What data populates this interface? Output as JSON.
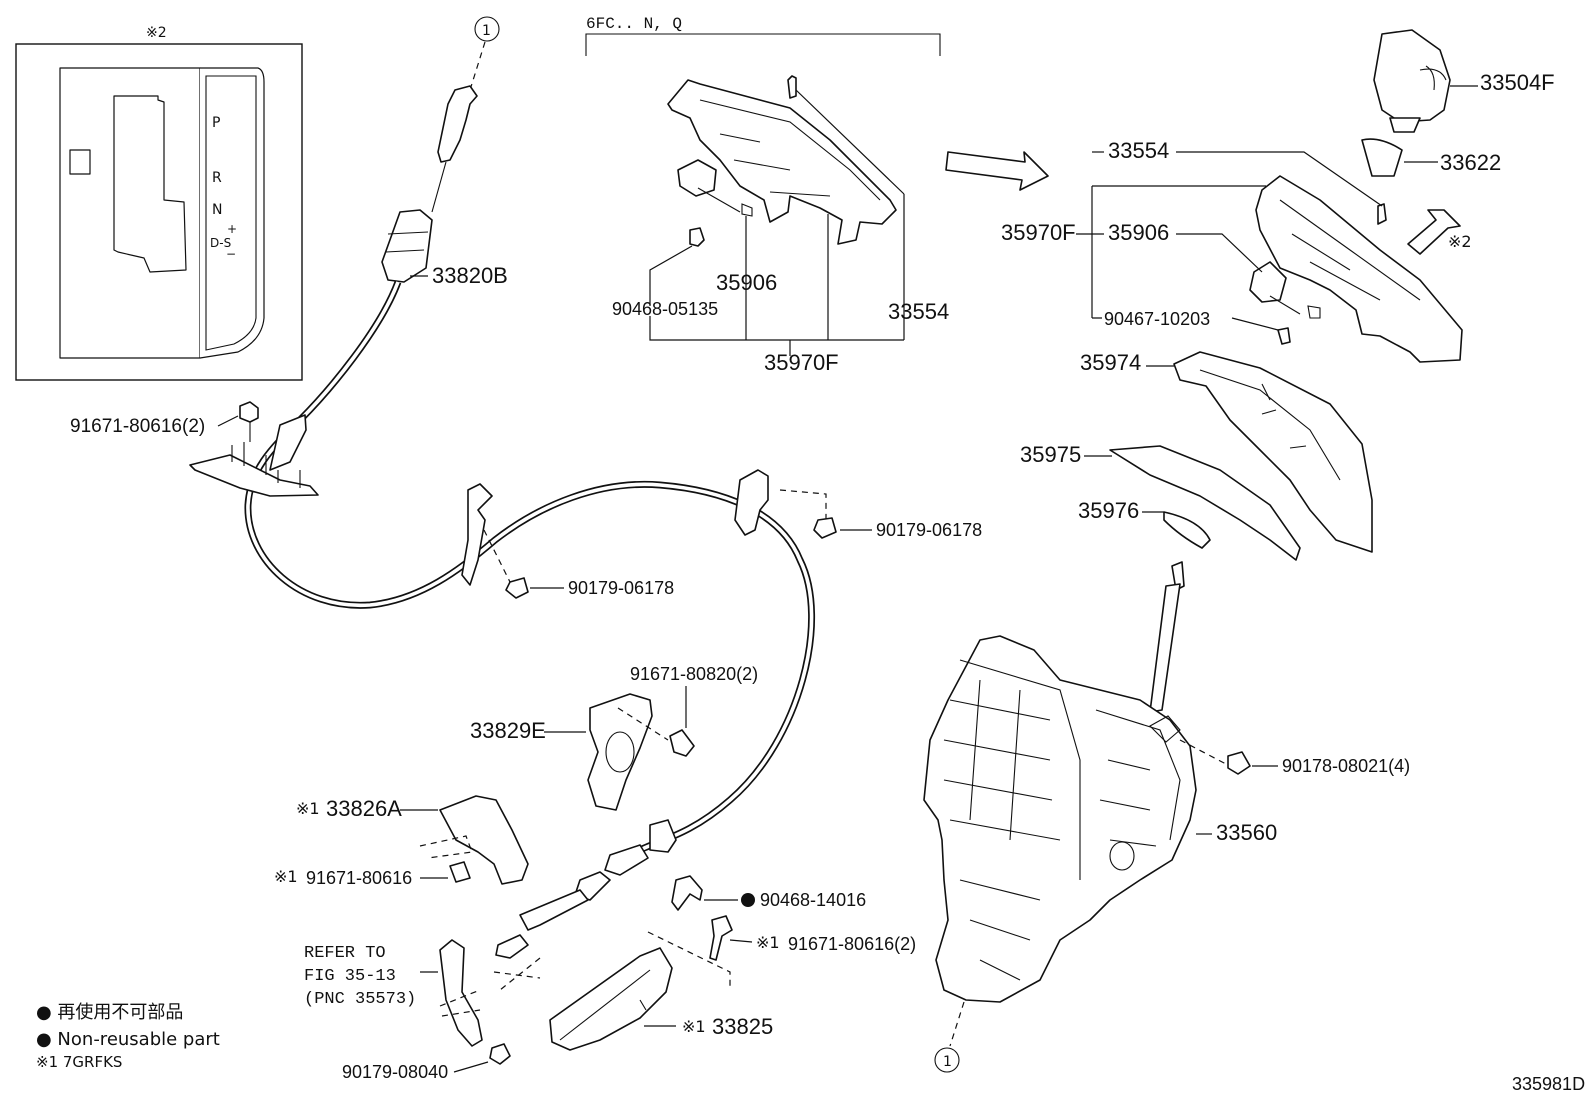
{
  "inset": {
    "note": "※2",
    "gate": [
      "P",
      "R",
      "N",
      "D-S",
      "+",
      "−"
    ]
  },
  "header": {
    "variant": "6FC.. N, Q"
  },
  "circles": {
    "a": "1",
    "b": "1"
  },
  "callouts": {
    "c33820B": "33820B",
    "c91671_80616_2": "91671-80616(2)",
    "c90468_05135": "90468-05135",
    "c35906_left": "35906",
    "c33554_left": "33554",
    "c35970F_left": "35970F",
    "c33554_right": "33554",
    "c35970F_right": "35970F",
    "c35906_right": "35906",
    "c90467_10203": "90467-10203",
    "c33504F": "33504F",
    "c33622": "33622",
    "c35974": "35974",
    "c35975": "35975",
    "c35976": "35976",
    "c90179_06178_a": "90179-06178",
    "c90179_06178_b": "90179-06178",
    "c91671_80820_2": "91671-80820(2)",
    "c33829E": "33829E",
    "c33826A": "33826A",
    "c91671_80616": "91671-80616",
    "c90468_14016": "90468-14016",
    "c91671_80616_2b": "91671-80616(2)",
    "c33825": "33825",
    "c90178_08021_4": "90178-08021(4)",
    "c33560": "33560",
    "c90179_08040": "90179-08040",
    "mark1": "※1",
    "mark2": "※1",
    "mark3": "※1",
    "mark4": "※1",
    "mark_2": "※2"
  },
  "refer": {
    "line1": "REFER TO",
    "line2": "FIG 35-13",
    "line3": "(PNC 35573)"
  },
  "legend": {
    "jp": "● 再使用不可部品",
    "en": "● Non-reusable part",
    "note": "※1  7GRFKS"
  },
  "figure_id": "335981D"
}
